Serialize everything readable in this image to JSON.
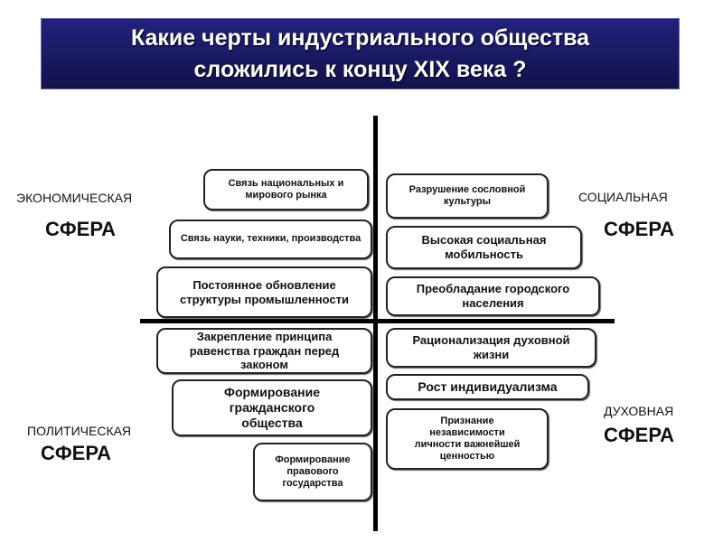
{
  "title": {
    "line1": "Какие черты индустриального общества",
    "line2": "сложились к концу XIX века ?"
  },
  "spheres": {
    "economic": {
      "label": "ЭКОНОМИЧЕСКАЯ",
      "word": "СФЕРА"
    },
    "social": {
      "label": "СОЦИАЛЬНАЯ",
      "word": "СФЕРА"
    },
    "political": {
      "label": "ПОЛИТИЧЕСКАЯ",
      "word": "СФЕРА"
    },
    "spiritual": {
      "label": "ДУХОВНАЯ",
      "word": "СФЕРА"
    }
  },
  "economic_items": [
    "Связь национальных и мирового рынка",
    "Связь науки, техники, производства",
    "Постоянное обновление структуры промышленности"
  ],
  "political_items": [
    "Закрепление принципа равенства граждан перед законом",
    "Формирование гражданского общества",
    "Формирование правового государства"
  ],
  "social_items": [
    "Разрушение сословной культуры",
    "Высокая социальная мобильность",
    "Преобладание городского населения"
  ],
  "spiritual_items": [
    "Рационализация духовной жизни",
    "Рост индивидуализма",
    "Признание независимости личности важнейшей ценностью"
  ]
}
